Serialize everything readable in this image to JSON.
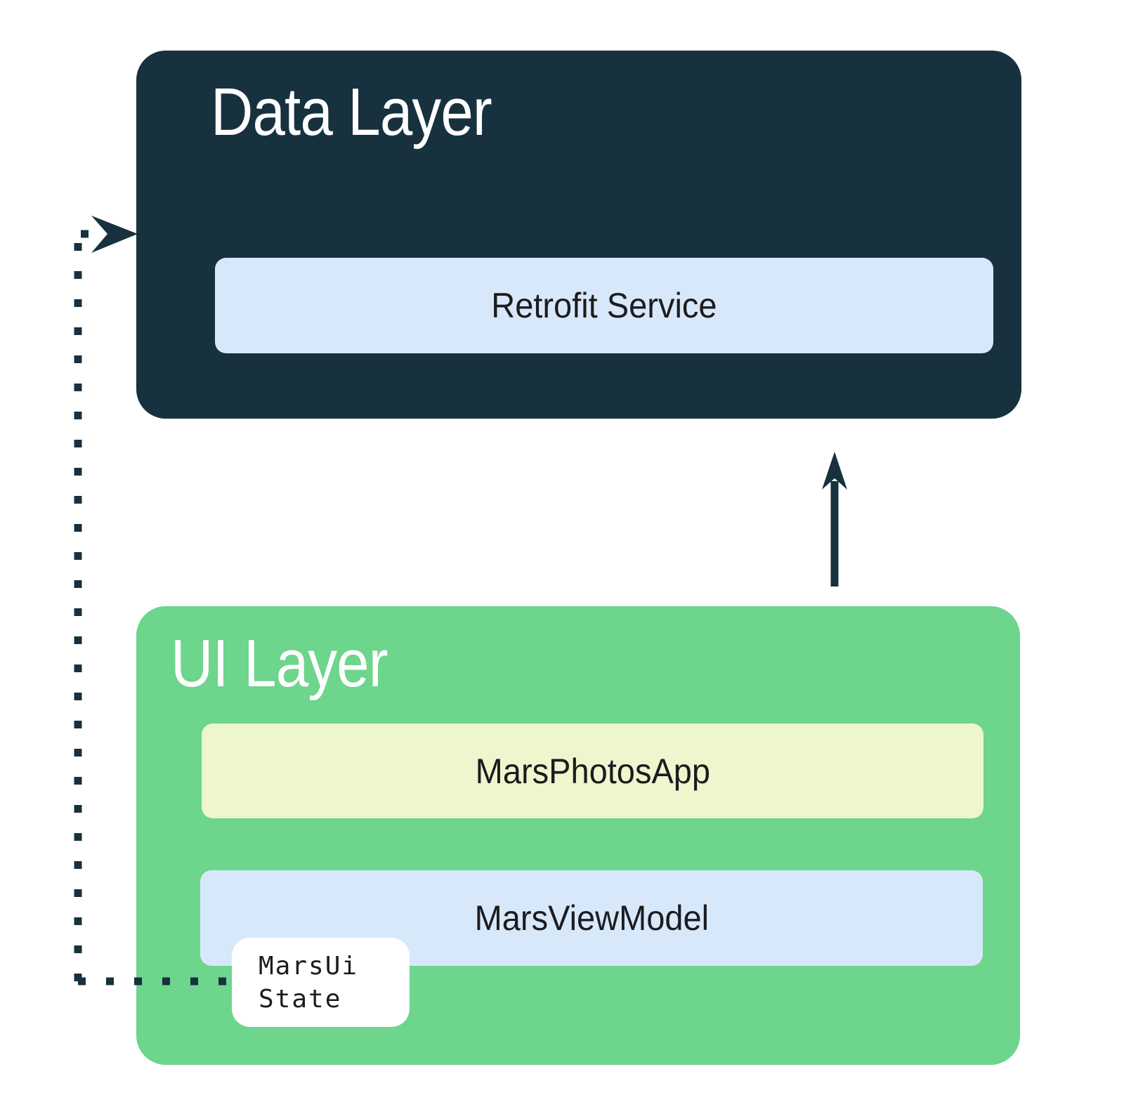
{
  "layers": {
    "data": {
      "title": "Data Layer",
      "boxes": [
        {
          "label": "Retrofit Service"
        }
      ]
    },
    "ui": {
      "title": "UI Layer",
      "boxes": [
        {
          "label": "MarsPhotosApp"
        },
        {
          "label": "MarsViewModel"
        }
      ]
    }
  },
  "badge": {
    "line1": "MarsUi",
    "line2": "State"
  },
  "icons": {
    "up_arrow": "up-arrow-icon",
    "dotted_flow_arrow": "dotted-flow-arrow-icon",
    "chevron_arrowhead": "chevron-right-arrowhead-icon"
  },
  "colors": {
    "navy": "#17313F",
    "green": "#6DD58C",
    "light_blue": "#D8E8FB",
    "light_yellow": "#EEF6CE",
    "badge_bg": "#FFFFFF",
    "title_text": "#FFFFFF",
    "label_text": "#1C1C1E",
    "connector": "#17313F",
    "canvas_bg": "#FFFFFF"
  }
}
